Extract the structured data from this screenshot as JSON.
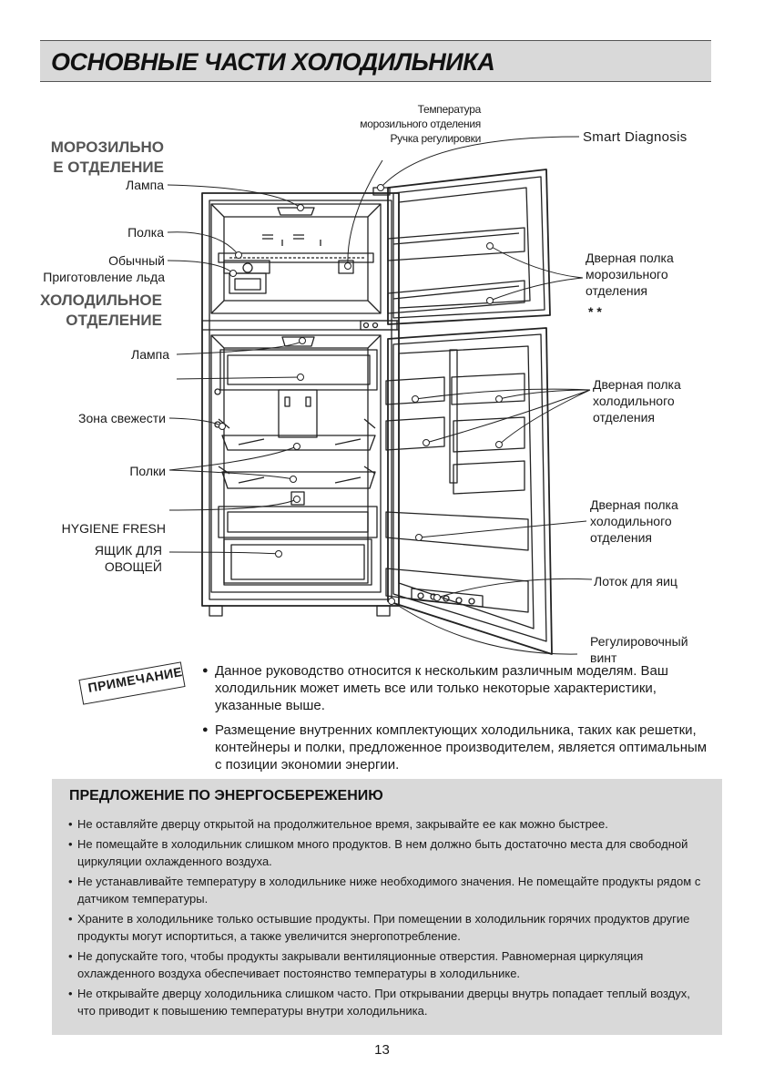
{
  "header": {
    "title": "ОСНОВНЫЕ ЧАСТИ ХОЛОДИЛЬНИКА"
  },
  "sections": {
    "freezer_line1": "МОРОЗИЛЬНО",
    "freezer_line2": "Е ОТДЕЛЕНИЕ",
    "fridge_line1": "ХОЛОДИЛЬНОЕ",
    "fridge_line2": "ОТДЕЛЕНИЕ"
  },
  "labels": {
    "freezer_temp_line1": "Температура",
    "freezer_temp_line2": "морозильного отделения",
    "freezer_temp_line3": "Ручка регулировки",
    "smart_diagnosis": "Smart Diagnosis",
    "lamp_top": "Лампа",
    "shelf": "Полка",
    "ice_line1": "Обычный",
    "ice_line2": "Приготовление льда",
    "freezer_door_line1": "Дверная полка",
    "freezer_door_line2": "морозильного",
    "freezer_door_line3": "отделения",
    "freezer_door_mark": "* *",
    "lamp_fridge": "Лампа",
    "fresh_zone": "Зона свежести",
    "shelves": "Полки",
    "fridge_door1_line1": "Дверная полка",
    "fridge_door1_line2": "холодильного",
    "fridge_door1_line3": "отделения",
    "fridge_door2_line1": "Дверная полка",
    "fridge_door2_line2": "холодильного",
    "fridge_door2_line3": "отделения",
    "hygiene": "HYGIENE FRESH",
    "veg_line1": "ЯЩИК ДЛЯ",
    "veg_line2": "ОВОЩЕЙ",
    "egg_tray": "Лоток для яиц",
    "screw_line1": "Регулировочный",
    "screw_line2": "винт"
  },
  "note": {
    "badge": "ПРИМЕЧАНИЕ",
    "items": [
      "Данное руководство относится к нескольким различным моделям. Ваш холодильник может иметь все или только некоторые характеристики, указанные выше.",
      "Размещение внутренних комплектующих холодильника, таких как решетки, контейнеры и полки, предложенное производителем, является оптимальным с позиции экономии энергии."
    ]
  },
  "energy": {
    "title": "ПРЕДЛОЖЕНИЕ ПО ЭНЕРГОСБЕРЕЖЕНИЮ",
    "items": [
      "Не оставляйте дверцу открытой на продолжительное время, закрывайте ее как можно быстрее.",
      "Не помещайте в холодильник слишком много продуктов. В нем должно быть достаточно места для свободной циркуляции охлажденного воздуха.",
      "Не устанавливайте температуру в холодильнике ниже необходимого значения. Не помещайте продукты рядом с датчиком температуры.",
      "Храните в холодильнике только остывшие продукты. При помещении в холодильник горячих продуктов другие продукты могут испортиться, а также увеличится энергопотребление.",
      "Не допускайте того, чтобы продукты закрывали вентиляционные отверстия. Равномерная циркуляция охлажденного воздуха обеспечивает постоянство температуры в холодильнике.",
      "Не открывайте дверцу холодильника слишком часто. При открывании дверцы внутрь попадает теплый воздух, что приводит к повышению температуры внутри холодильника."
    ]
  },
  "page": {
    "number": "13"
  }
}
